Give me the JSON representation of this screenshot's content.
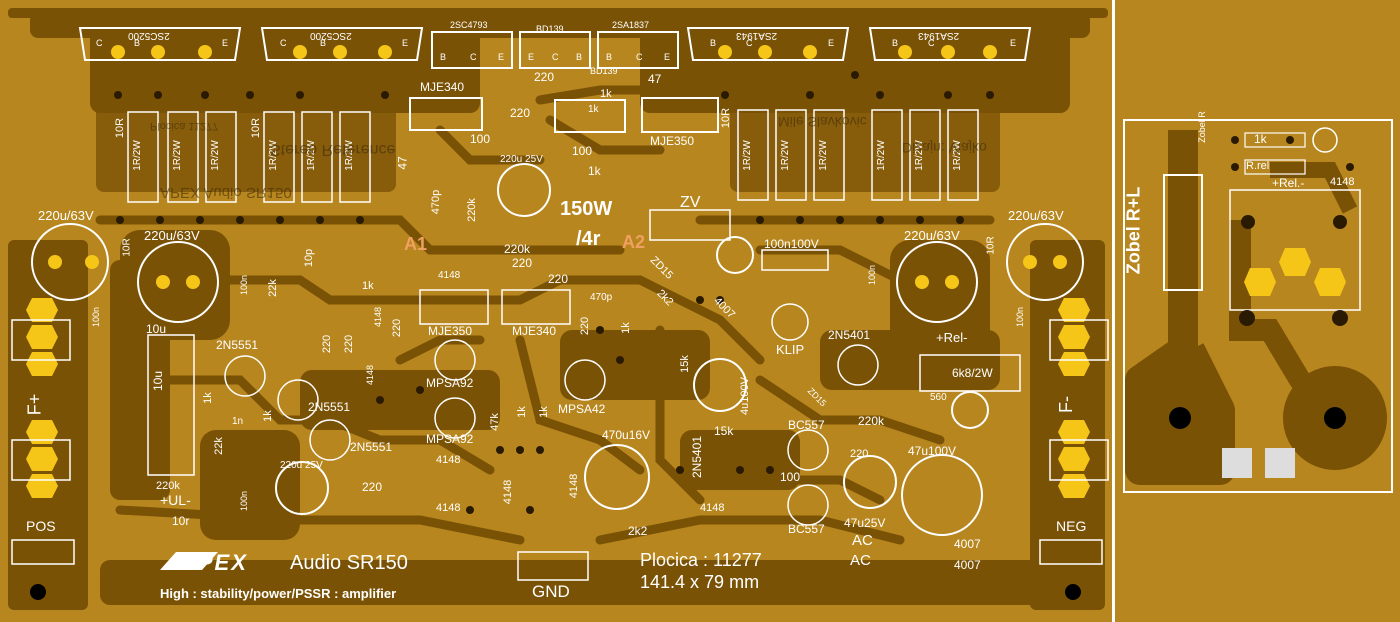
{
  "colors": {
    "board": "#b8861e",
    "copper": "#7a5206",
    "silk": "#ffffff",
    "pad": "#f5c518",
    "accent": "#f0a060"
  },
  "header_transistors": [
    "2SC5200",
    "2SC5200",
    "2SC4793",
    "BD139",
    "2SA1837",
    "2SA1943",
    "2SA1943"
  ],
  "pin_labels": {
    "c": "C",
    "b": "B",
    "e": "E"
  },
  "drivers": {
    "mje340_top": "MJE340",
    "mje350_top": "MJE350",
    "bd139_second": "BD139"
  },
  "resistors_top": {
    "r220_a": "220",
    "r220_b": "220",
    "r47_a": "47",
    "r47_b": "47",
    "r1k_a": "1k",
    "r1k_b": "1k",
    "r100_a": "100",
    "r100_b": "100",
    "r10R": "10R",
    "r1r2w": "1R/2W"
  },
  "caps": {
    "c220u63v": "220u/63V",
    "c220u25v": "220u 25V",
    "c470p": "470p",
    "c10p": "10p",
    "c100n": "100n",
    "c100n100v": "100n100V",
    "c10u": "10u",
    "c1n": "1n",
    "c470u16v": "470u16V",
    "c47u100v": "47u100V",
    "c47u25v": "47u25V",
    "c4u100v": "4u100V"
  },
  "semis": {
    "n2n5551": "2N5551",
    "n2n5401": "2N5401",
    "mpsa92": "MPSA92",
    "mpsa42": "MPSA42",
    "d4148": "4148",
    "zd15": "ZD15",
    "d4007": "4007",
    "bc557": "BC557"
  },
  "misc_labels": {
    "r22k": "22k",
    "r15k": "15k",
    "r47k": "47k",
    "r2k2": "2k2",
    "r220k": "220k",
    "r10r": "10r",
    "r6k8": "6k8/2W",
    "r560": "560",
    "power": "150W",
    "load": "/4r",
    "zv": "ZV",
    "klip": "KLIP",
    "rel": "+Rel-",
    "ul": "+UL-",
    "a1": "A1",
    "a2": "A2",
    "fplus": "F+",
    "fminus": "F-",
    "pos": "POS",
    "neg": "NEG",
    "gnd": "GND",
    "ac1": "AC",
    "ac2": "AC"
  },
  "branding": {
    "logo": "APEX",
    "model": "Audio SR150",
    "tagline": "High : stability/power/PSSR : amplifier",
    "plocica": "Plocica : 11277",
    "size": "141.4 x 79 mm"
  },
  "mirrored_text": {
    "stereo": "Stereo Reference",
    "apex": "APEX Audio SR150",
    "plocica": "Plocica 11277",
    "mile": "Mile Slavkovic",
    "dizajn": "Dizajn: Vlajko"
  },
  "zobel": {
    "title": "Zobel R+L",
    "zobel_r": "Zobel R",
    "r1k": "1k",
    "rrel": "R.rel",
    "relay": "+Rel.-",
    "d4148": "4148"
  }
}
